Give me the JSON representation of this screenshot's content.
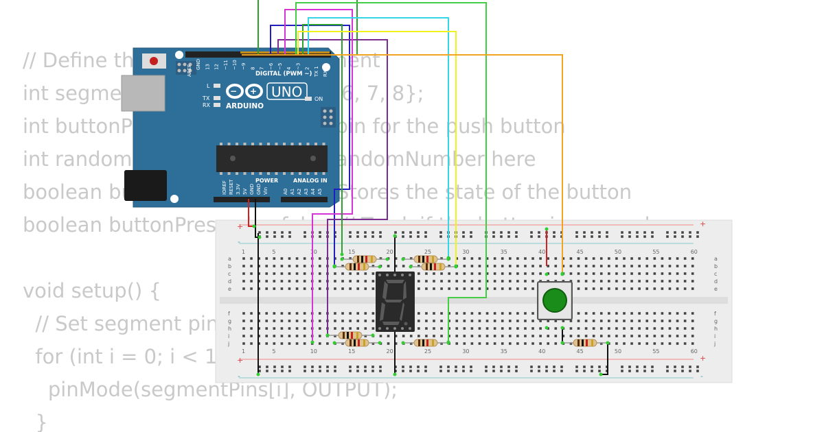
{
  "code_lines": [
    "// Define the pins for the 7-segment",
    "int segmentPins[] = {2, 3, 4, 5, 6, 7, 8};",
    "int buttonPin = 9; // Define the pin for the push button",
    "int randomNumber; // Declare randomNumber here",
    "boolean buttonState = false; // Stores the state of the button",
    "boolean buttonPressed = false; // Track if the button is pressed",
    "",
    "void setup() {",
    "  // Set segment pins as outputs",
    "  for (int i = 0; i < 10; i++) {",
    "    pinMode(segmentPins[i], OUTPUT);",
    "  }"
  ],
  "arduino": {
    "logo": "UNO",
    "brand": "ARDUINO",
    "digital_label": "DIGITAL (PWM ~)",
    "power_label": "POWER",
    "analog_label": "ANALOG IN",
    "on_label": "ON",
    "l_label": "L",
    "tx_label": "TX",
    "rx_label": "RX",
    "top_pins": [
      "AREF",
      "GND",
      "13",
      "12",
      "~11",
      "~10",
      "~9",
      "8",
      "7",
      "~6",
      "~5",
      "4",
      "~3",
      "2",
      "TX 1",
      "RX 0"
    ],
    "power_pins": [
      "IOREF",
      "RESET",
      "3.3V",
      "5V",
      "GND",
      "GND",
      "Vin"
    ],
    "analog_pins": [
      "A0",
      "A1",
      "A2",
      "A3",
      "A4",
      "A5"
    ]
  },
  "breadboard": {
    "column_numbers": [
      "1",
      "5",
      "10",
      "15",
      "20",
      "25",
      "30",
      "35",
      "40",
      "45",
      "50",
      "55",
      "60"
    ],
    "row_letters_top": [
      "a",
      "b",
      "c",
      "d",
      "e"
    ],
    "row_letters_bottom": [
      "f",
      "g",
      "h",
      "i",
      "j"
    ],
    "rail_plus": "+",
    "rail_minus": "-"
  },
  "colors": {
    "board_blue": "#2e6f9a",
    "wire_green": "#2ca02c",
    "wire_lime": "#44cc44",
    "wire_blue": "#1f1fbf",
    "wire_magenta": "#d633d6",
    "wire_purple": "#7b2c8f",
    "wire_cyan": "#33d6e6",
    "wire_yellow": "#f2f21f",
    "wire_orange": "#f2a31f",
    "wire_red": "#d62020",
    "wire_black": "#111111",
    "button_green": "#1a8c1a"
  }
}
